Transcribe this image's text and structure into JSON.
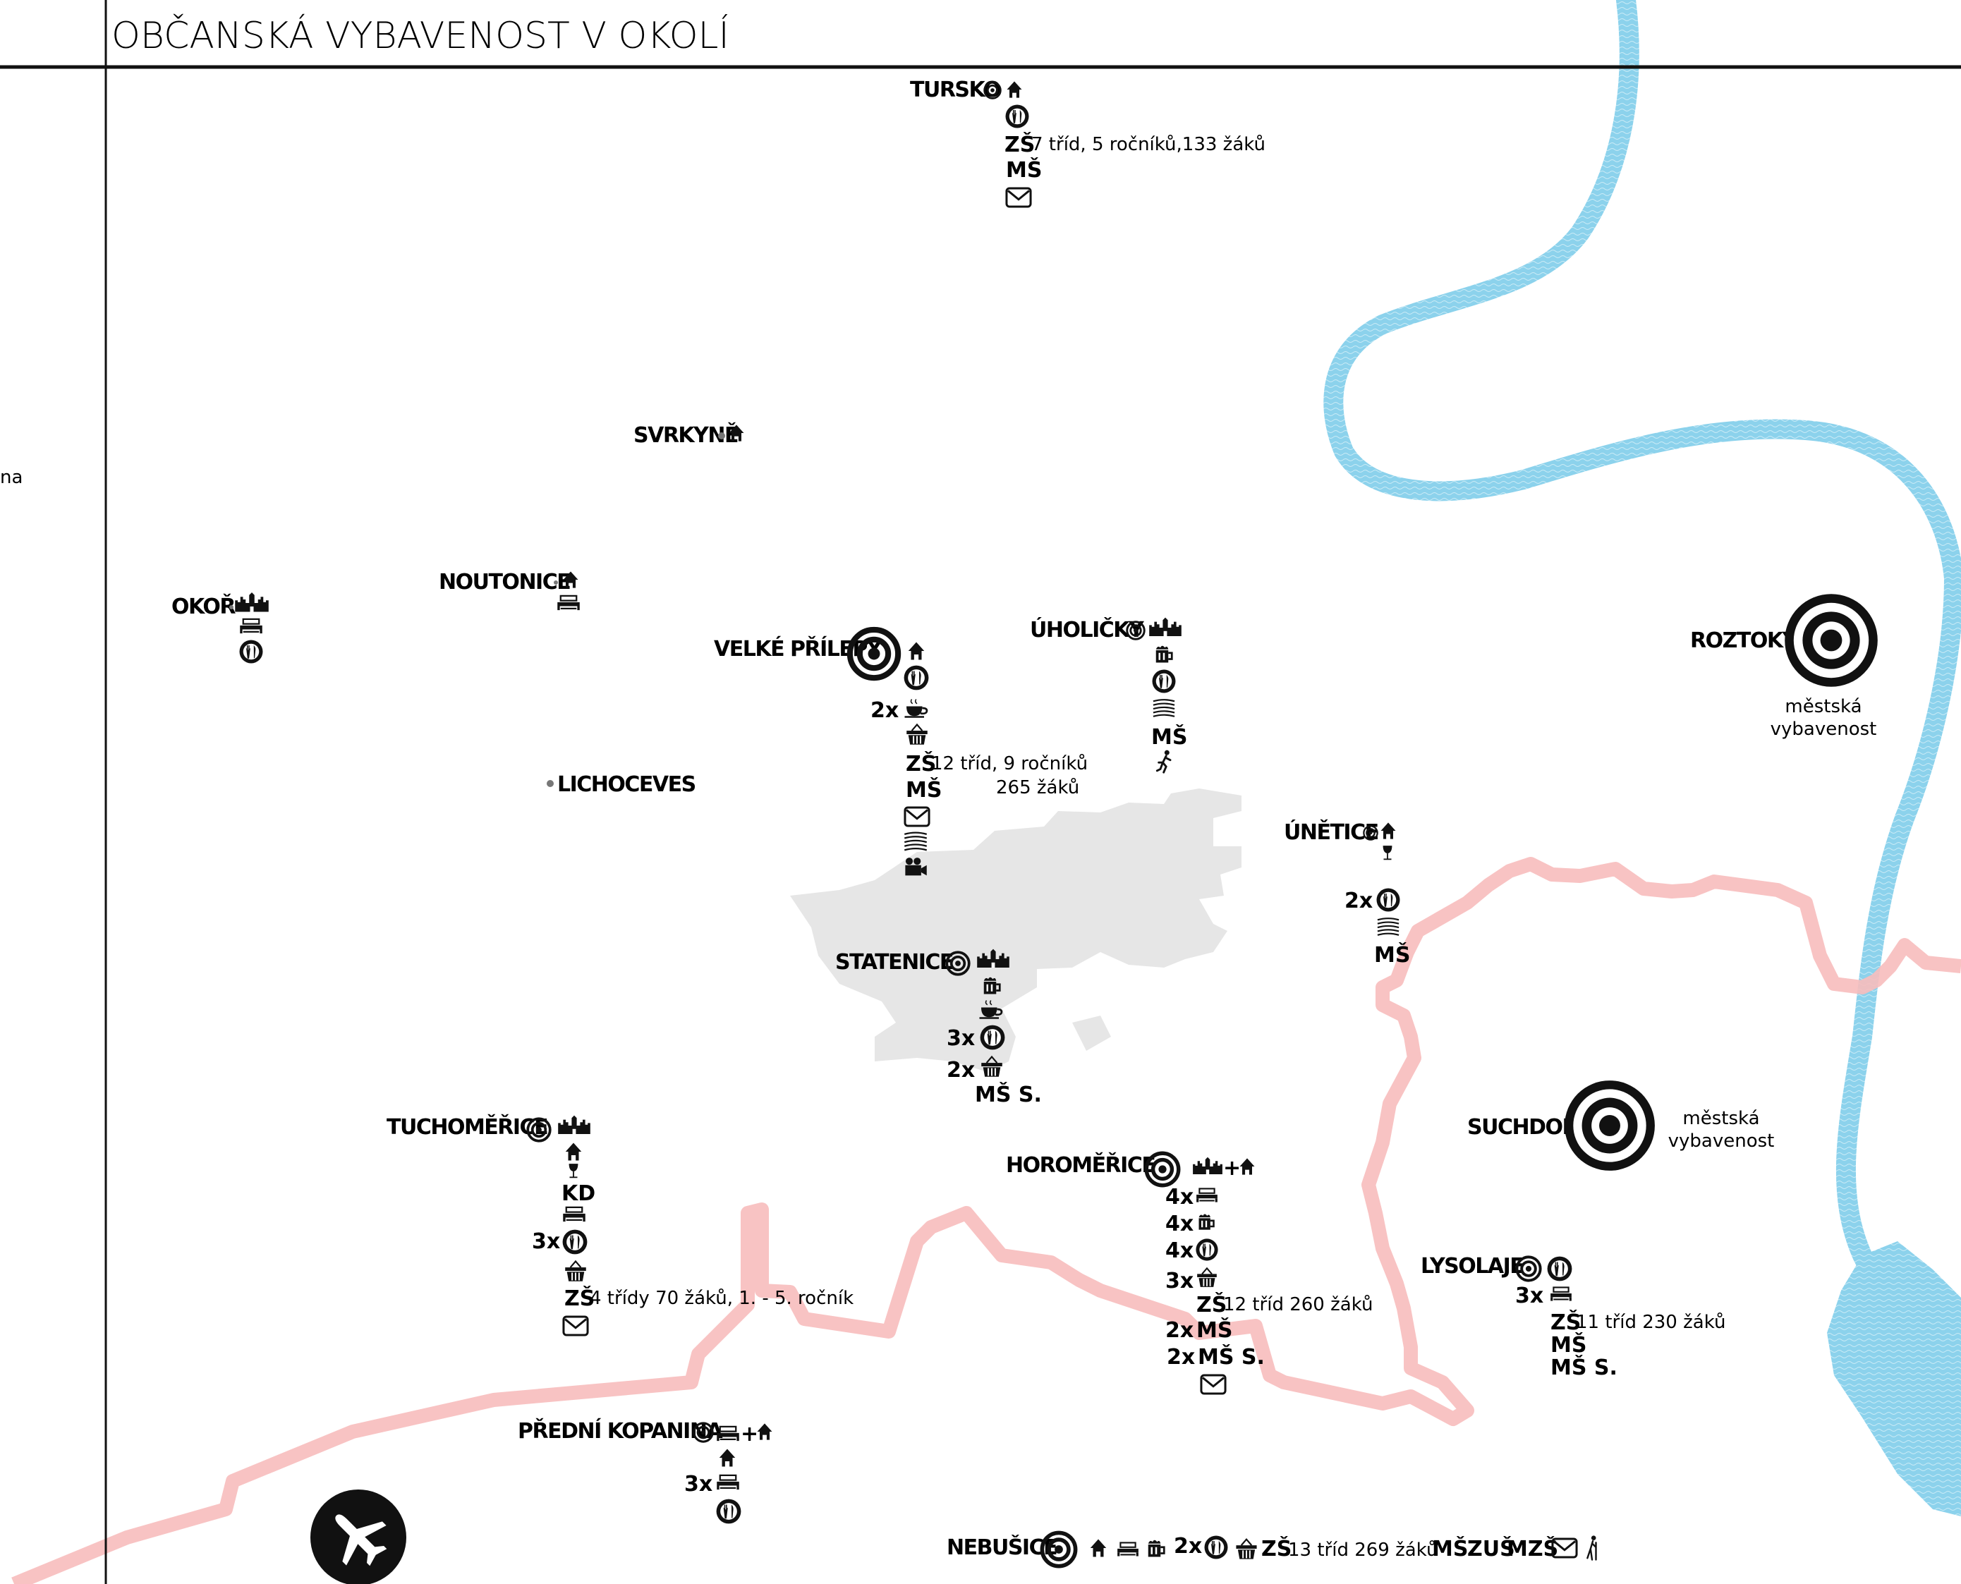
{
  "page": {
    "title": "OBČANSKÁ VYBAVENOST V OKOLÍ",
    "side_fragment": "na"
  },
  "colors": {
    "river": "#8cd2ec",
    "boundary": "#f7bcbc",
    "settlement": "#e6e6e6",
    "ink": "#111111"
  },
  "villages": {
    "tursko": {
      "name": "TURSKO",
      "zs": "ZŠ",
      "zs_info": "7 tříd, 5 ročníků,133 žáků",
      "ms": "MŠ"
    },
    "svrkyne": {
      "name": "SVRKYNĚ"
    },
    "noutonice": {
      "name": "NOUTONICE"
    },
    "okor": {
      "name": "OKOŘ"
    },
    "velke_prilepy": {
      "name": "VELKÉ PŘÍLEPY",
      "cafe_count": "2x",
      "zs": "ZŠ",
      "zs_info_1": "12 tříd, 9 ročníků",
      "zs_info_2": "265 žáků",
      "ms": "MŠ"
    },
    "lichoceves": {
      "name": "LICHOCEVES"
    },
    "uholicky": {
      "name": "ÚHOLIČKY",
      "ms": "MŠ"
    },
    "unetice": {
      "name": "ÚNĚTICE",
      "restaurant_count": "2x",
      "ms": "MŠ"
    },
    "roztoky": {
      "name": "ROZTOKY",
      "note_1": "městská",
      "note_2": "vybavenost"
    },
    "statenice": {
      "name": "STATENICE",
      "restaurant_count": "3x",
      "shop_count": "2x",
      "ms": "MŠ S."
    },
    "tuchomerice": {
      "name": "TUCHOMĚŘICE",
      "kd": "KD",
      "restaurant_count": "3x",
      "zs": "ZŠ",
      "zs_info": "4 třídy 70 žáků, 1. - 5. ročník"
    },
    "horomerice": {
      "name": "HOROMĚŘICE",
      "hotel_count": "4x",
      "pub_count": "4x",
      "restaurant_count": "4x",
      "shop_count": "3x",
      "zs": "ZŠ",
      "zs_info": "12 tříd 260 žáků",
      "ms_count": "2x",
      "ms": "MŠ",
      "mss_count": "2x",
      "mss": "MŠ S."
    },
    "suchdol": {
      "name": "SUCHDOL",
      "note_1": "městská",
      "note_2": "vybavenost"
    },
    "lysolaje": {
      "name": "LYSOLAJE",
      "hotel_count": "3x",
      "zs": "ZŠ",
      "zs_info": "11 tříd 230 žáků",
      "ms": "MŠ",
      "mss": "MŠ S."
    },
    "predni_kopanina": {
      "name": "PŘEDNÍ KOPANINA",
      "hotel_count": "3x"
    },
    "nebusice": {
      "name": "NEBUŠICE",
      "restaurant_count": "2x",
      "zs": "ZŠ",
      "zs_info": "13 tříd 269 žáků",
      "ms": "MŠ",
      "zus": "ZUŠ",
      "mzs": "MZŠ"
    }
  },
  "icons": {
    "large_center": "bullseye-icon",
    "small_center": "target-icon",
    "chapel": "chapel-icon",
    "castle": "castle-icon",
    "restaurant": "restaurant-icon",
    "post": "envelope-icon",
    "hotel": "bed-icon",
    "pub": "beer-icon",
    "cafe": "coffee-icon",
    "shop": "basket-icon",
    "library": "books-icon",
    "cinema": "camera-icon",
    "wine": "wine-icon",
    "sport": "runner-icon",
    "airport": "airplane-icon"
  }
}
